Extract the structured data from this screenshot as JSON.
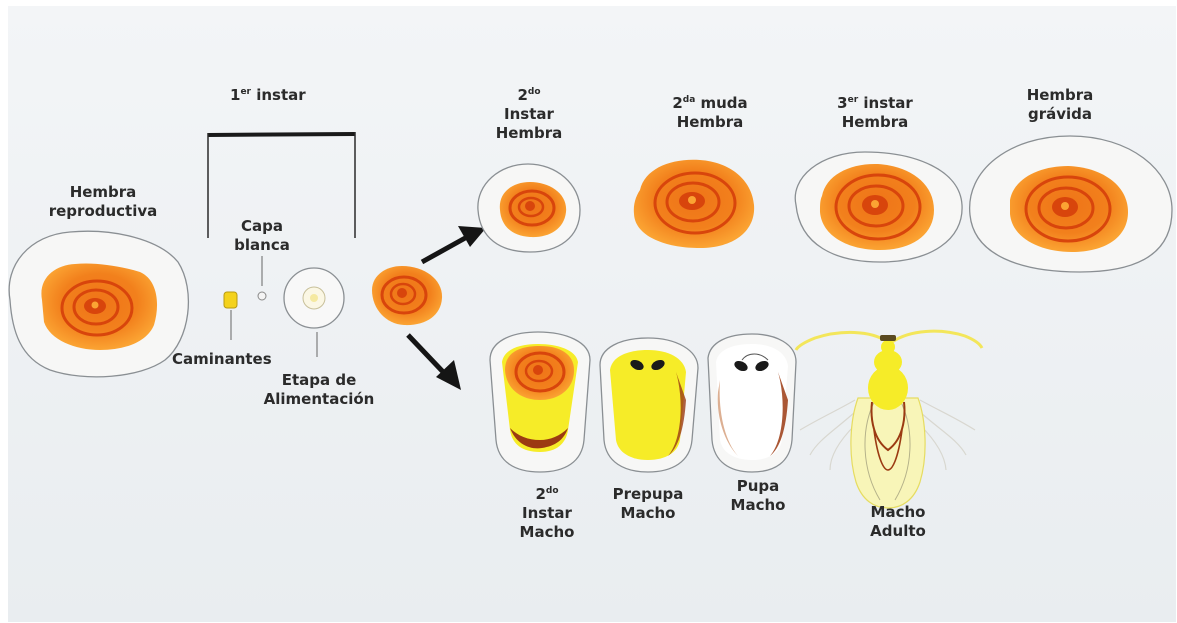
{
  "diagram": {
    "colors": {
      "background": "#eef1f3",
      "halo_stroke": "#8a8f93",
      "scale_dark": "#d8450c",
      "scale_mid": "#ef7418",
      "scale_light": "#fba433",
      "male_yellow": "#f6ec28",
      "male_pale": "#f8f5b8",
      "male_brown": "#9b3a12",
      "arrow": "#151515"
    },
    "labels": {
      "first_instar": {
        "prefix": "1",
        "sup": "er",
        "text": " instar"
      },
      "hembra_reproductiva": [
        "Hembra",
        "reproductiva"
      ],
      "capa_blanca": [
        "Capa",
        "blanca"
      ],
      "caminantes": "Caminantes",
      "etapa_alimentacion": [
        "Etapa de",
        "Alimentación"
      ],
      "second_instar_hembra": {
        "num": "2",
        "sup": "do",
        "lines": [
          "Instar",
          "Hembra"
        ]
      },
      "second_muda_hembra": {
        "num": "2",
        "sup": "da",
        "text": " muda",
        "line2": "Hembra"
      },
      "third_instar_hembra": {
        "num": "3",
        "sup": "er",
        "text": " instar",
        "line2": "Hembra"
      },
      "hembra_gravida": [
        "Hembra",
        "grávida"
      ],
      "second_instar_macho": {
        "num": "2",
        "sup": "do",
        "lines": [
          "Instar",
          "Macho"
        ]
      },
      "prepupa_macho": [
        "Prepupa",
        "Macho"
      ],
      "pupa_macho": [
        "Pupa",
        "Macho"
      ],
      "macho_adulto": [
        "Macho",
        "Adulto"
      ]
    }
  }
}
